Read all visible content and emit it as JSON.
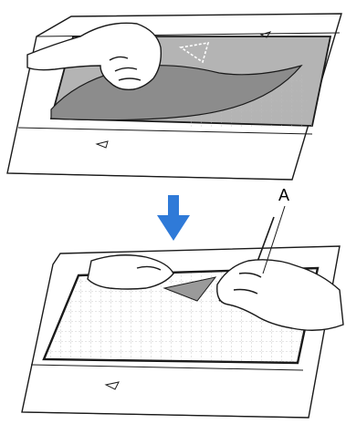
{
  "illustration": {
    "step1": {
      "name": "peel-backing-sheet"
    },
    "arrow": {
      "color": "#2f7ad8",
      "direction": "down"
    },
    "step2": {
      "name": "remove-cut-piece-with-spatula"
    },
    "callout_label": "A"
  },
  "colors": {
    "line": "#1a1a1a",
    "mat_gray": "#b4b4b4",
    "sheet_gray": "#8c8c8c",
    "grid": "#bdbdbd",
    "piece_gray": "#9a9a9a"
  }
}
